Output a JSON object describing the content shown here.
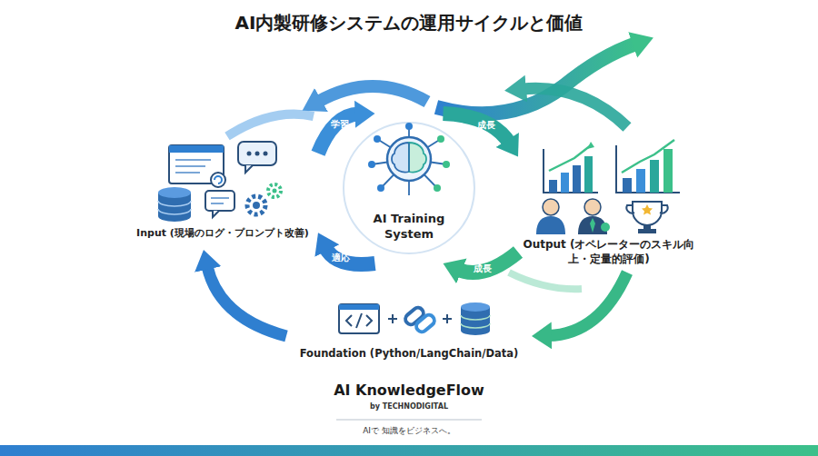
{
  "diagram": {
    "title": "AI内製研修システムの運用サイクルと価値",
    "nodes": [
      {
        "text": [
          "Input (現場のログ・プロンプト改善)"
        ]
      },
      {
        "text": [
          "AI Training System"
        ]
      },
      {
        "text": [
          "Output (オペレーターのスキル向上・定量的評価)"
        ]
      },
      {
        "text": [
          "Foundation (Python/LangChain/Data)"
        ]
      }
    ],
    "edges": [
      {
        "from": 0,
        "to": 1,
        "label": "学習",
        "arrow": "to"
      },
      {
        "from": 1,
        "to": 2,
        "label": "成長",
        "arrow": "to"
      },
      {
        "from": 2,
        "to": 1,
        "label": "成長",
        "arrow": "to"
      },
      {
        "from": 1,
        "to": 0,
        "label": "適応",
        "arrow": "to"
      },
      {
        "from": 3,
        "to": 0,
        "arrow": "to"
      },
      {
        "from": 2,
        "to": 3,
        "arrow": "to"
      }
    ],
    "labels": [
      "AI KnowledgeFlow",
      "by TECHNODIGITAL",
      "AIで 知識をビジネスへ。"
    ]
  }
}
